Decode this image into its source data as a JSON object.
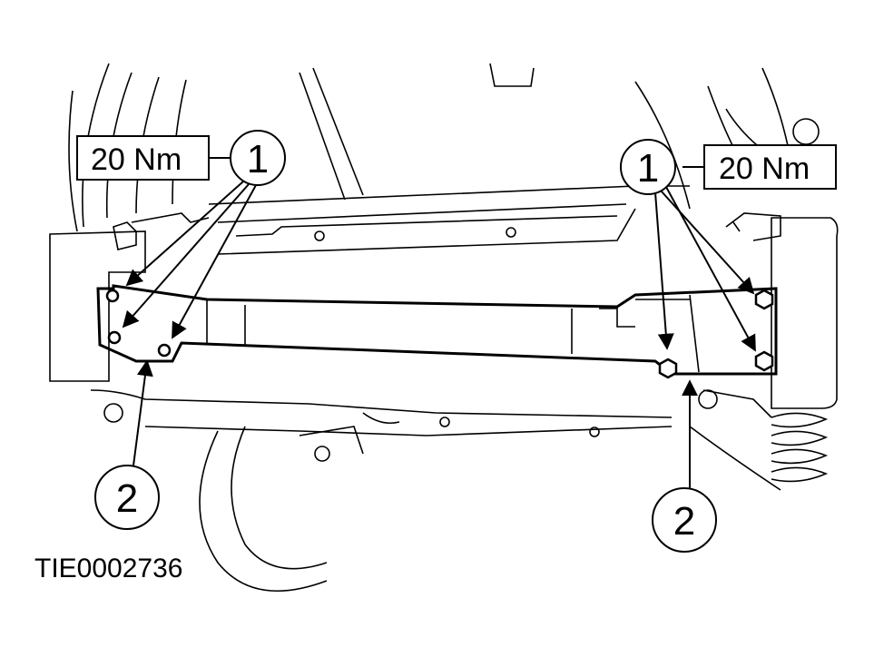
{
  "torque_left": "20 Nm",
  "torque_right": "20 Nm",
  "callouts": {
    "c1_left": "1",
    "c1_right": "1",
    "c2_left": "2",
    "c2_right": "2"
  },
  "reference_code": "TIE0002736"
}
